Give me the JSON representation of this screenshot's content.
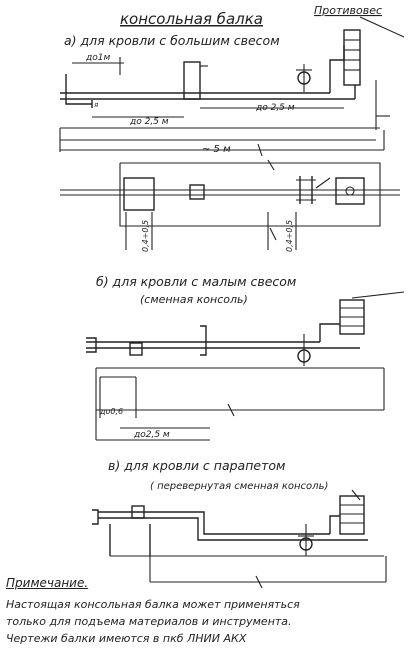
{
  "drawing": {
    "title": "консольная балка",
    "counterweight_label": "Противовес",
    "section_a": {
      "caption": "а) для кровли с большим свесом",
      "dims": {
        "to_1m": "до1м",
        "to_2_5m_left": "до 2,5 м",
        "to_2_5m_right": "до 2,5 м",
        "total_5m": "~ 5 м",
        "gap_a": "0,4÷0,5",
        "gap_b": "0,4÷0,5"
      }
    },
    "section_b": {
      "caption": "б) для кровли с малым свесом",
      "subcaption": "(сменная консоль)",
      "dims": {
        "to_0_6": "до0,6",
        "to_2_5m": "до2,5 м"
      }
    },
    "section_c": {
      "caption": "в) для кровли с парапетом",
      "subcaption": "( перевернутая сменная консоль)"
    }
  },
  "notes": {
    "heading": "Примечание.",
    "lines": [
      "Настоящая консольная балка может применяться",
      "только для подъема материалов и инструмента.",
      "Чертежи балки имеются в пкб ЛНИИ АКХ"
    ]
  }
}
